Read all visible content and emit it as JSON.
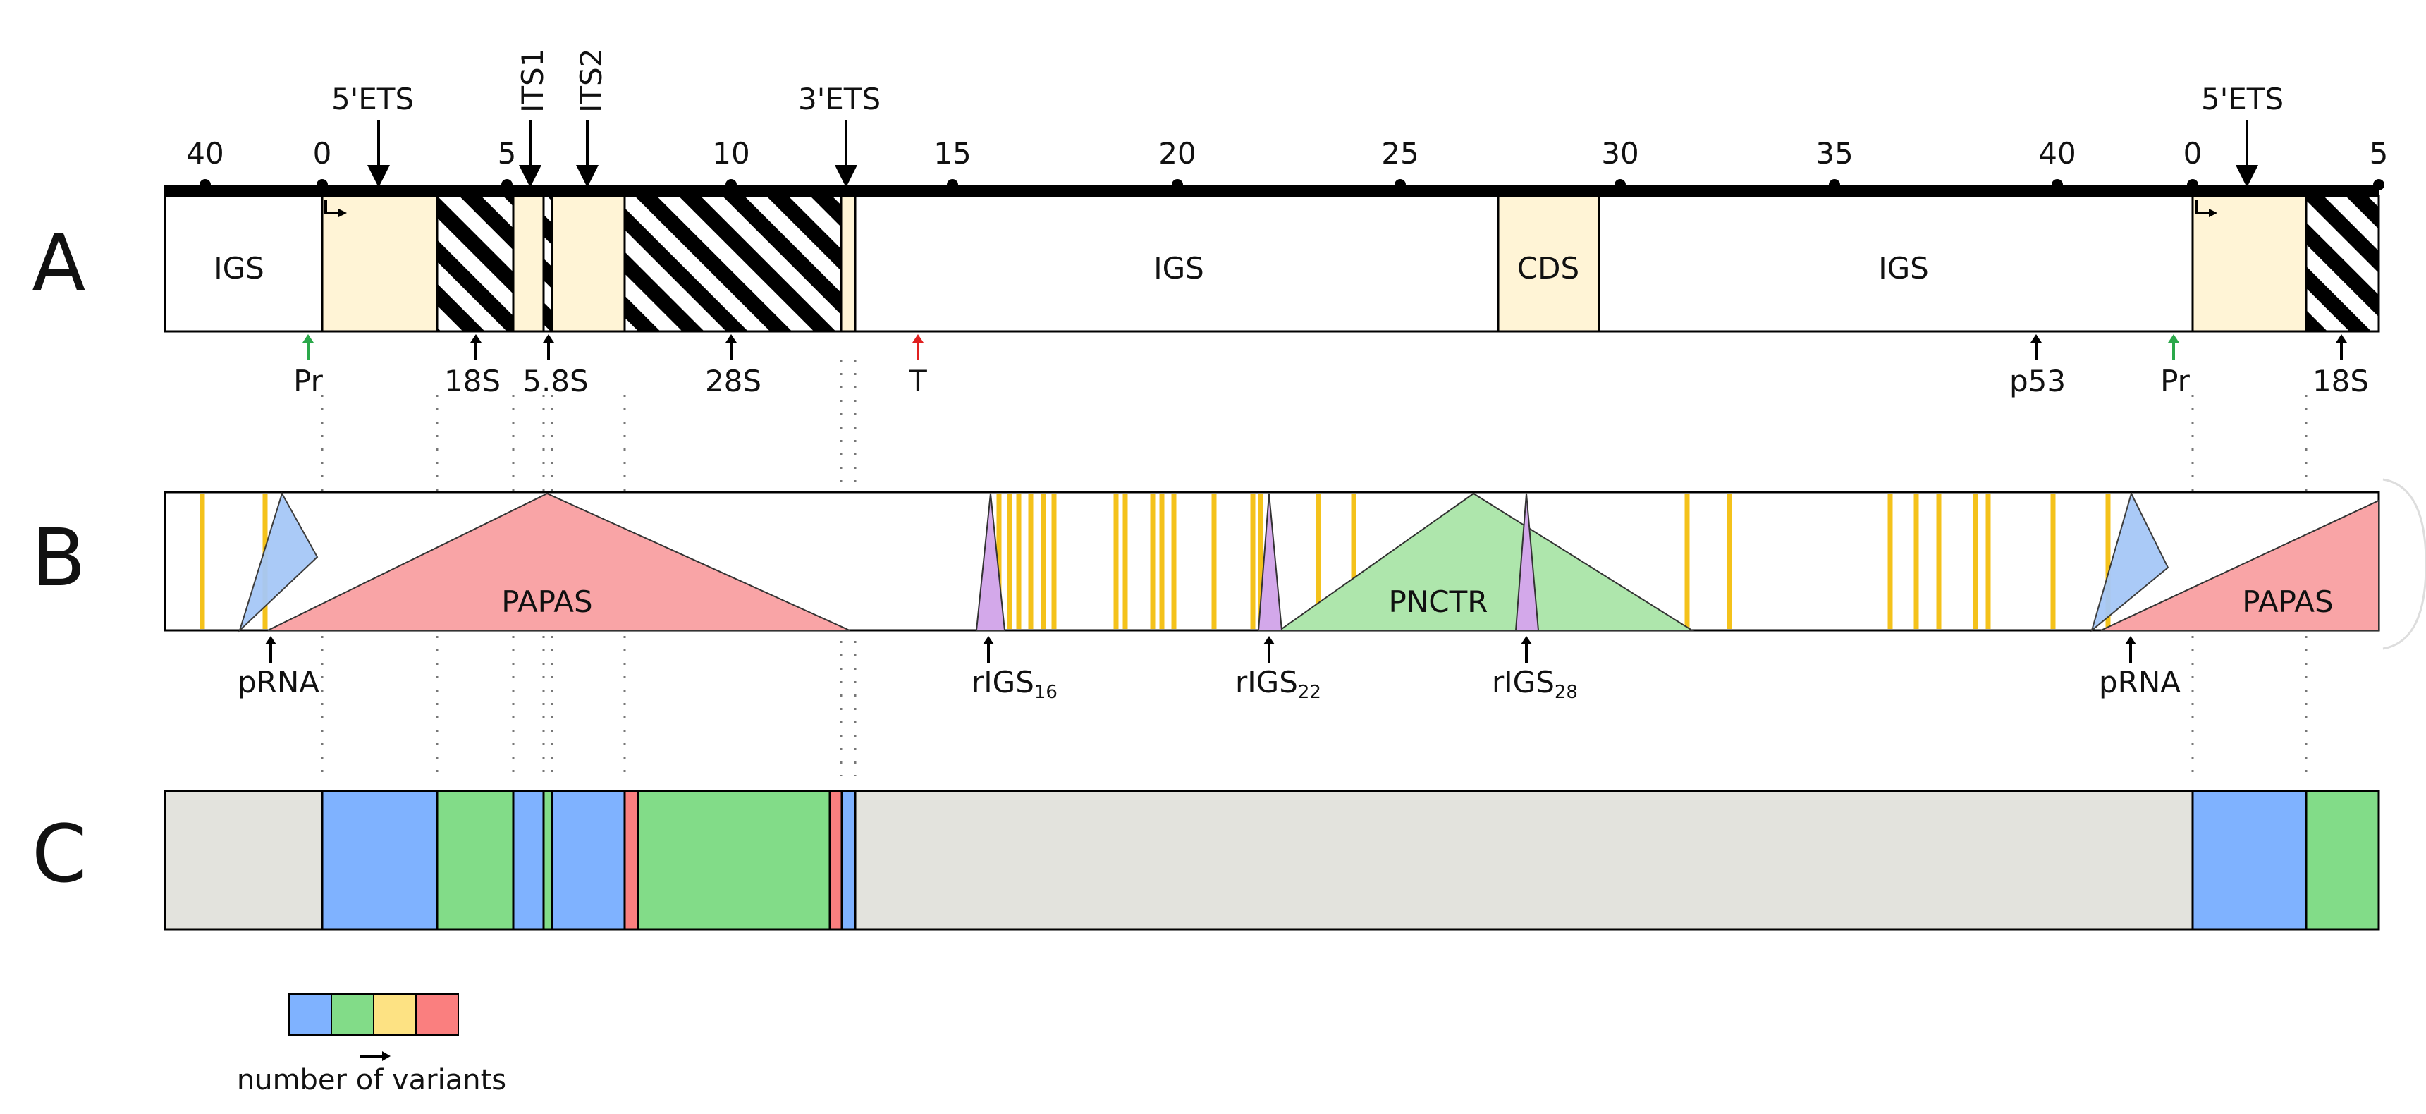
{
  "panels": {
    "a": "A",
    "b": "B",
    "c": "C"
  },
  "scale_ticks": [
    "40",
    "0",
    "5",
    "10",
    "15",
    "20",
    "25",
    "30",
    "35",
    "40",
    "0",
    "5"
  ],
  "markers_top": {
    "ets5_left": "5'ETS",
    "its1": "ITS1",
    "its2": "ITS2",
    "ets3": "3'ETS",
    "ets5_right": "5'ETS"
  },
  "panel_a": {
    "igs_left": "IGS",
    "igs_mid": "IGS",
    "cds": "CDS",
    "igs_right": "IGS",
    "below": {
      "pr_left": "Pr",
      "s18_left": "18S",
      "s58": "5.8S",
      "s28": "28S",
      "t": "T",
      "p53": "p53",
      "pr_right": "Pr",
      "s18_right": "18S"
    }
  },
  "panel_b": {
    "papas_left": "PAPAS",
    "pnctr": "PNCTR",
    "papas_right": "PAPAS",
    "below": {
      "prna_left": "pRNA",
      "rigs16": {
        "main": "rIGS",
        "sub": "16"
      },
      "rigs22": {
        "main": "rIGS",
        "sub": "22"
      },
      "rigs28": {
        "main": "rIGS",
        "sub": "28"
      },
      "prna_right": "pRNA"
    }
  },
  "legend": {
    "label": "number of variants",
    "colors": [
      "#7fb2ff",
      "#82dc88",
      "#fde283",
      "#fa7f7f"
    ]
  },
  "colors": {
    "feature_fill": "#fff4d6",
    "igs_fill": "#ffffff",
    "pink_triangle": "#f9a4a6",
    "blue_triangle": "#a6c8f7",
    "green_triangle": "#aee6ac",
    "purple_triangle": "#d3a8ea",
    "yellow_line": "#f4c21b",
    "panel_c_bg": "#e3e3dd",
    "promoter_arrow": "#2aa84a",
    "terminator_arrow": "#e02020"
  }
}
